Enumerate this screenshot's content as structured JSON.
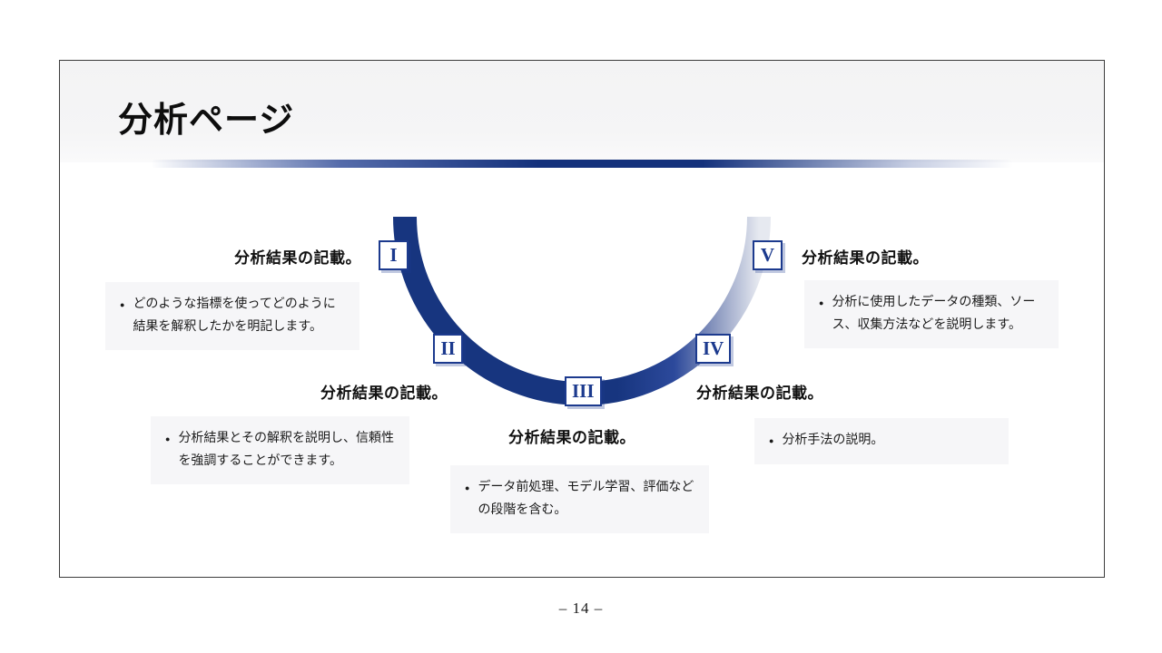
{
  "slide": {
    "title": "分析ページ",
    "page_number": "– 14 –",
    "colors": {
      "accent_blue": "#1c3a8e",
      "divider_blue": "#14317c",
      "arc_fade": "#e6e9f0",
      "box_background": "#f6f6f8"
    },
    "steps": [
      {
        "numeral": "I",
        "heading": "分析結果の記載。",
        "bullet": "どのような指標を使ってどのように結果を解釈したかを明記します。"
      },
      {
        "numeral": "II",
        "heading": "分析結果の記載。",
        "bullet": "分析結果とその解釈を説明し、信頼性を強調することができます。"
      },
      {
        "numeral": "III",
        "heading": "分析結果の記載。",
        "bullet": "データ前処理、モデル学習、評価などの段階を含む。"
      },
      {
        "numeral": "IV",
        "heading": "分析結果の記載。",
        "bullet": "分析手法の説明。"
      },
      {
        "numeral": "V",
        "heading": "分析結果の記載。",
        "bullet": "分析に使用したデータの種類、ソース、収集方法などを説明します。"
      }
    ]
  }
}
